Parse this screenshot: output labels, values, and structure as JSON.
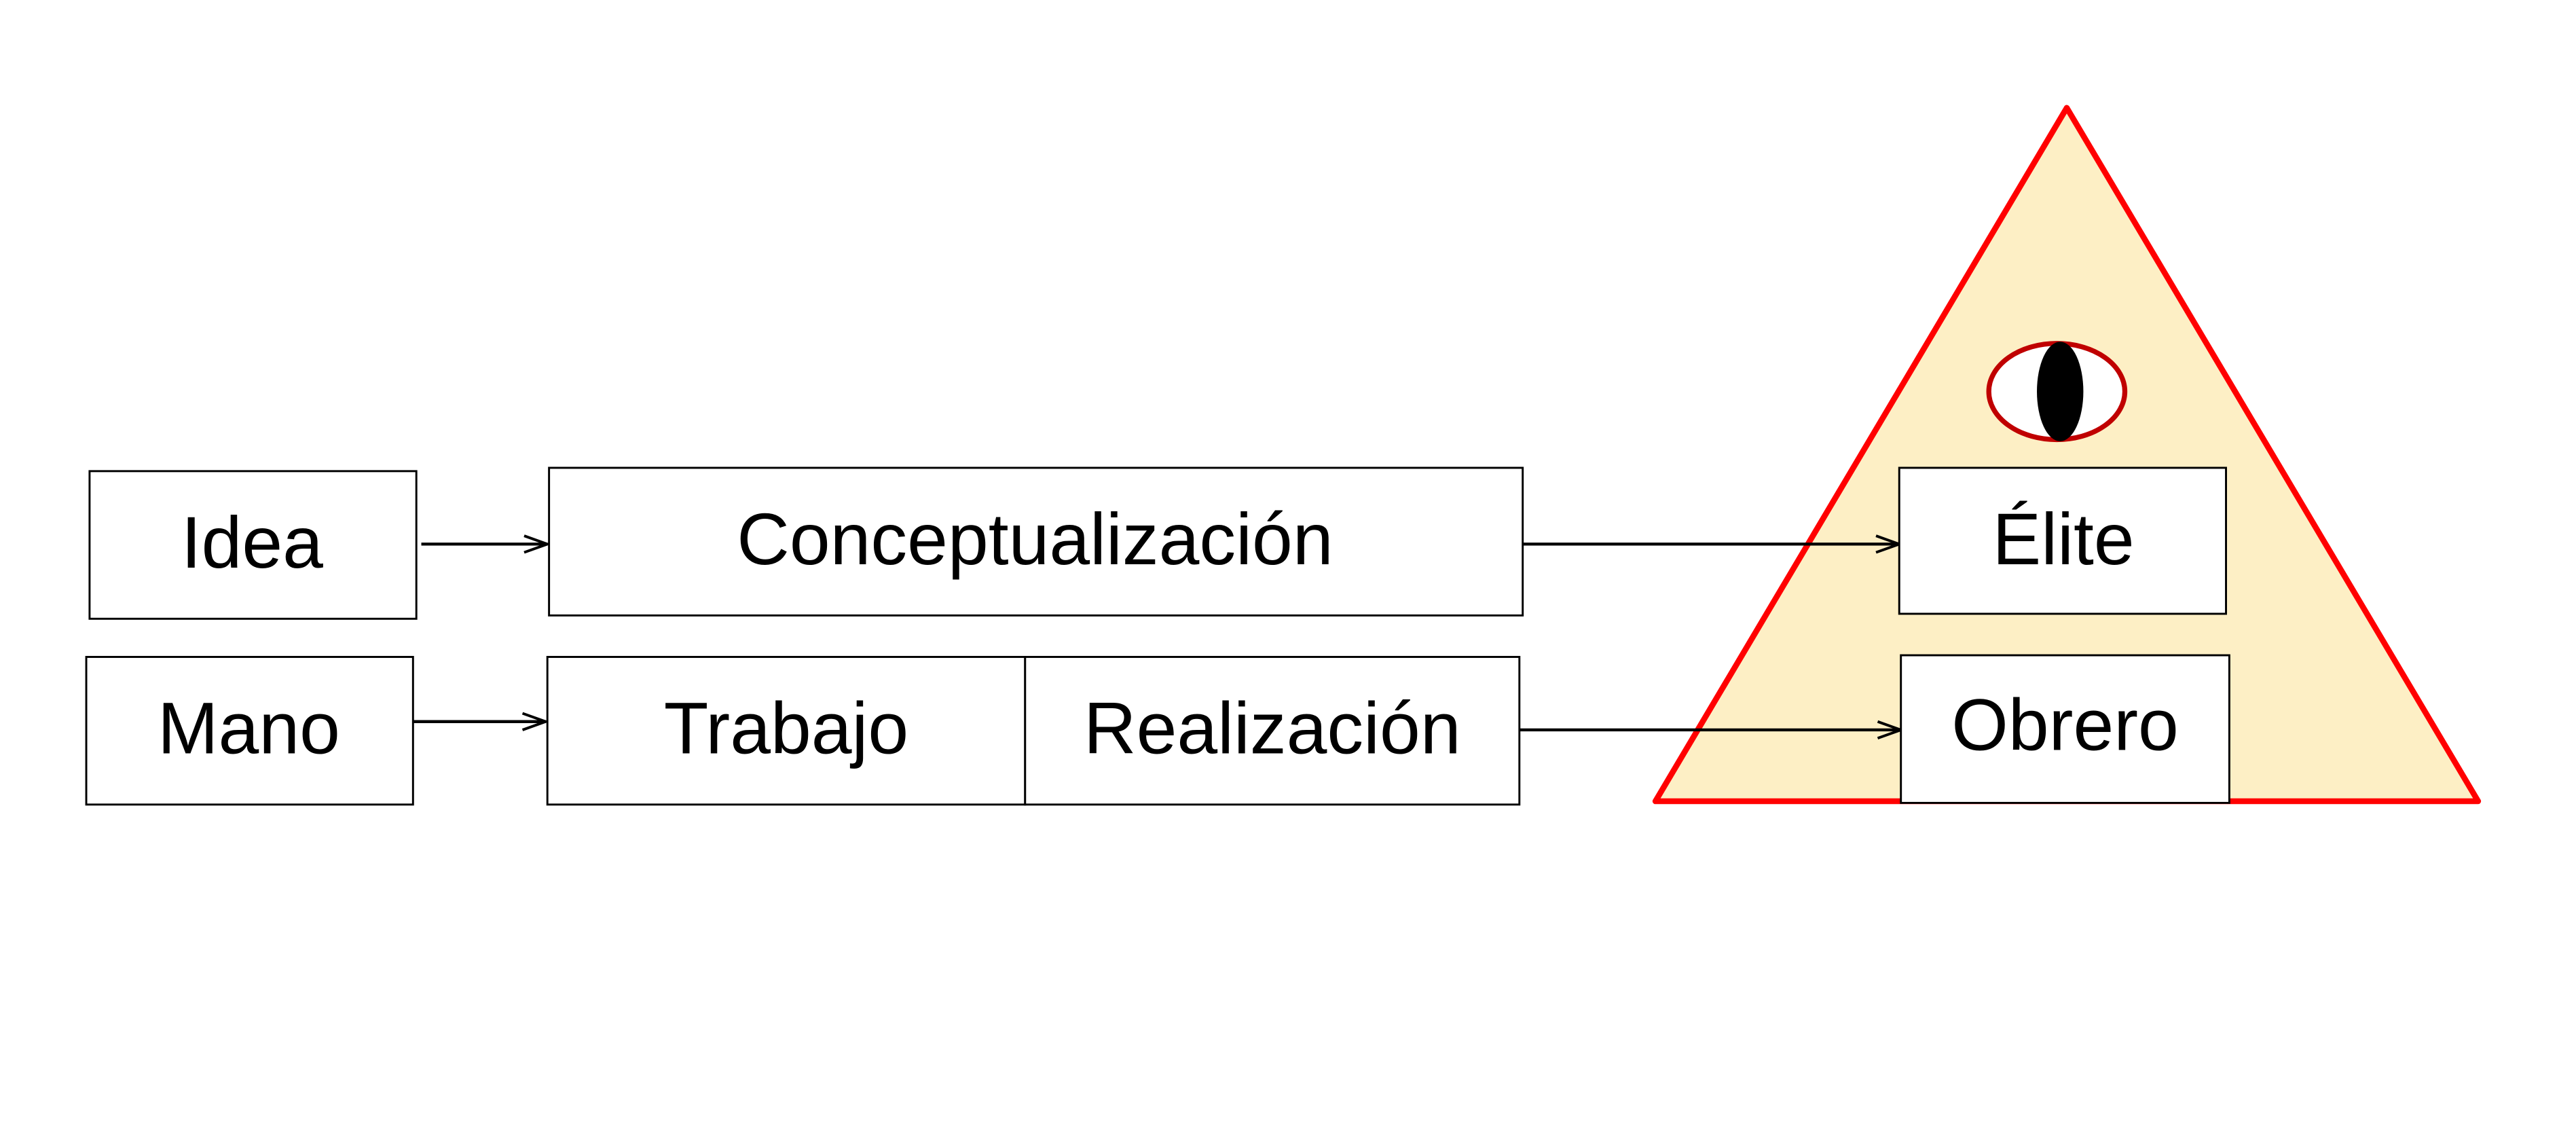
{
  "colors": {
    "triangle_fill": "#FDEFC5",
    "triangle_stroke": "#FF0000",
    "eye_stroke": "#C00000",
    "pupil": "#000000"
  },
  "left": {
    "idea": "Idea",
    "mano": "Mano"
  },
  "middle": {
    "conceptualizacion": "Conceptualización",
    "trabajo": "Trabajo",
    "realizacion": "Realización"
  },
  "pyramid": {
    "elite": "Élite",
    "obrero": "Obrero",
    "eye_icon": "eye-icon"
  }
}
